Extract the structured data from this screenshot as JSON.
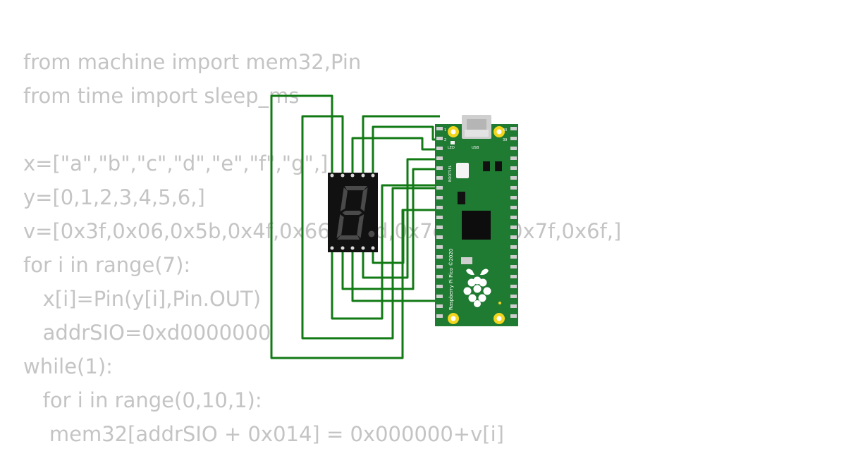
{
  "code_lines": [
    "from machine import mem32,Pin",
    "from time import sleep_ms",
    "",
    "x=[\"a\",\"b\",\"c\",\"d\",\"e\",\"f\",\"g\",]",
    "y=[0,1,2,3,4,5,6,]",
    "v=[0x3f,0x06,0x5b,0x4f,0x66,0x6d,0x7d,0x07,0x7f,0x6f,]",
    "for i in range(7):",
    "   x[i]=Pin(y[i],Pin.OUT)",
    "   addrSIO=0xd0000000",
    "while(1):",
    "   for i in range(0,10,1):",
    "    mem32[addrSIO + 0x014] = 0x000000+v[i]"
  ],
  "board": {
    "name": "Raspberry Pi Pico ©2020",
    "led_label": "LED",
    "usb_label": "USB",
    "bootsel_label": "BOOTSEL",
    "pin1_label": "1",
    "pin2_label": "2",
    "pin40_label": "40",
    "pin39_label": "39"
  },
  "colors": {
    "wire": "#127a14",
    "board": "#1f7a32",
    "display_body": "#111111",
    "segment_off": "#4a4a4a",
    "code_text": "#c4c4c4"
  }
}
